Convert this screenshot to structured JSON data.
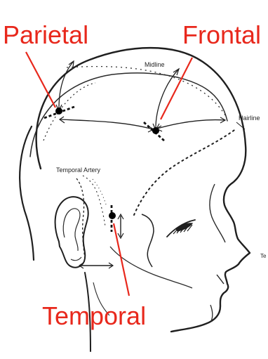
{
  "labels": {
    "parietal": "Parietal",
    "frontal": "Frontal",
    "temporal": "Temporal",
    "midline": "Midline",
    "hairline": "Hairline",
    "temporal_artery": "Temporal Artery",
    "edge_fragment": "Te"
  },
  "colors": {
    "label_red": "#e8281c",
    "line_red": "#e8281c",
    "drawing": "#1f1f1f",
    "point": "#000000"
  },
  "points": [
    {
      "name": "parietal-point"
    },
    {
      "name": "frontal-point"
    },
    {
      "name": "temporal-point"
    }
  ],
  "icons": {
    "head": "head-outline-icon",
    "ear": "ear-icon",
    "face": "face-profile-icon"
  }
}
